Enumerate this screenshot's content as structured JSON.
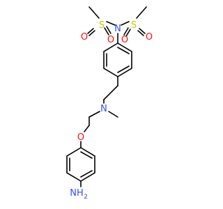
{
  "molecule": {
    "atoms": {
      "o1": "O",
      "s1": "S",
      "o2": "O",
      "n1": "N",
      "s2": "S",
      "o3": "O",
      "o4": "O",
      "n2": "N",
      "o5": "O",
      "nh2_n": "NH",
      "nh2_sub": "2"
    },
    "colors": {
      "bond": "#000000",
      "oxygen": "#ff0d0d",
      "nitrogen": "#3050f8",
      "sulfur": "#c8c800"
    }
  }
}
